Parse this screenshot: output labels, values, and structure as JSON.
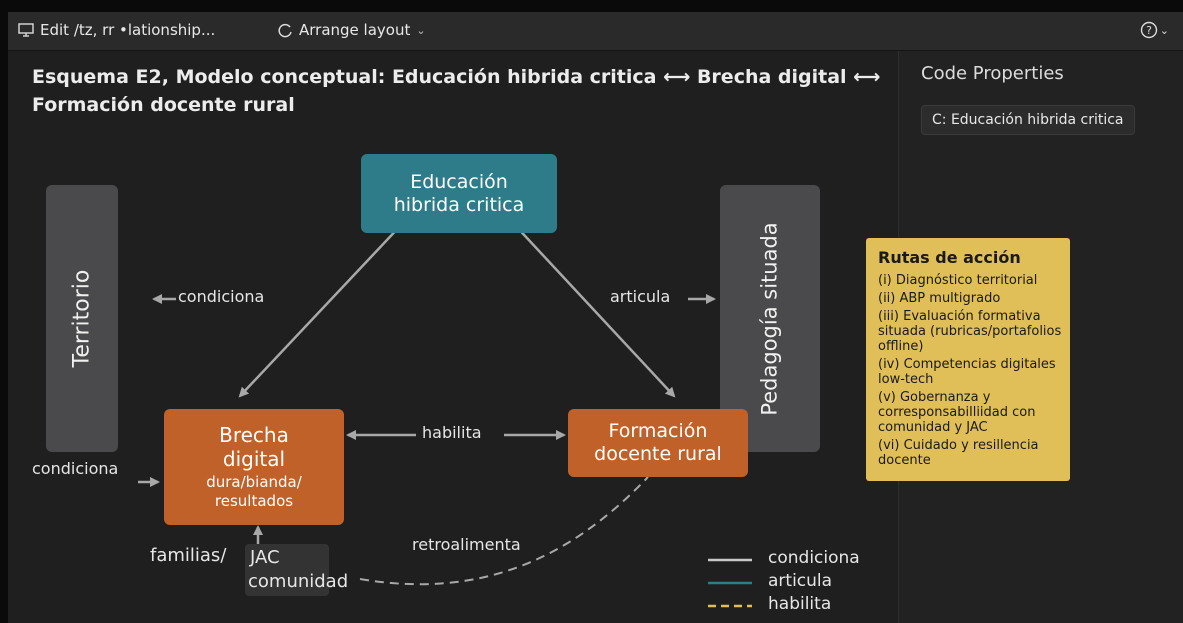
{
  "toolbar": {
    "edit_label": "Edit /tz, rr •lationship...",
    "arrange_label": "Arrange layout",
    "help_icon": "help-circle-icon"
  },
  "diagram": {
    "title": "Esquema E2, Modelo conceptual: Educación hibrida critica ⟷ Brecha digital ⟷ Formación docente rural",
    "nodes": {
      "educacion": [
        "Educación",
        "hibrida critica"
      ],
      "brecha": [
        "Brecha",
        "digital"
      ],
      "brecha_sub": [
        "dura/bianda/",
        "resultados"
      ],
      "formacion": [
        "Formación",
        "docente rural"
      ],
      "territorio": "Territorio",
      "pedagogia": "Pedagogía situada",
      "familias": "familias/",
      "jac": "JAC",
      "comunidad": "comunidad"
    },
    "edges": {
      "condiciona_top": "condiciona",
      "condiciona_left": "condiciona",
      "articula": "articula",
      "habilita": "habilita",
      "retroalimenta": "retroalimenta"
    },
    "legend": [
      {
        "label": "condiciona",
        "color": "#c8c8c8"
      },
      {
        "label": "articula",
        "color": "#2e7b8a"
      },
      {
        "label": "habilita",
        "color": "#e0bf58"
      }
    ],
    "note": {
      "title": "Rutas de acción",
      "items": [
        "(i) Diagnóstico territorial",
        "(ii) ABP multigrado",
        "(iii) Evaluación formativa situada (rubricas/portafolios offline)",
        "(iv) Competencias digitales low-tech",
        "(v) Gobernanza y corresponsabilliidad con comunidad y JAC",
        "(vi) Cuidado y resillencia docente"
      ]
    }
  },
  "sidebar": {
    "heading": "Code Properties",
    "code_chip": "C: Educación hibrida critica"
  },
  "colors": {
    "teal": "#2e7b8a",
    "orange": "#c0612a",
    "note": "#e0bf58",
    "grey_box": "#4a4a4c"
  }
}
